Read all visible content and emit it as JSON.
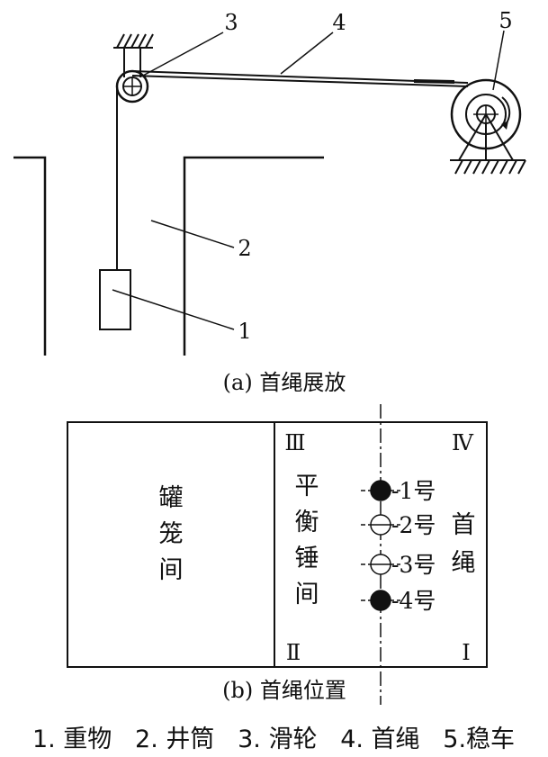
{
  "figure_a": {
    "labels": {
      "n1": "1",
      "n2": "2",
      "n3": "3",
      "n4": "4",
      "n5": "5"
    },
    "caption": "(a) 首绳展放"
  },
  "figure_b": {
    "quadrants": {
      "q3": "Ⅲ",
      "q4": "Ⅳ",
      "q2": "Ⅱ",
      "q1": "Ⅰ"
    },
    "cage_room": [
      "罐",
      "笼",
      "间"
    ],
    "counterweight_room": [
      "平",
      "衡",
      "锤",
      "间"
    ],
    "head_rope_label": [
      "首",
      "绳"
    ],
    "ropes": [
      {
        "label": "-1号",
        "state": "filled"
      },
      {
        "label": "-2号",
        "state": "hollow"
      },
      {
        "label": "-3号",
        "state": "hollow"
      },
      {
        "label": "-4号",
        "state": "filled"
      }
    ],
    "caption": "(b) 首绳位置"
  },
  "legend": "1. 重物   2. 井筒   3. 滑轮   4. 首绳   5.稳车"
}
